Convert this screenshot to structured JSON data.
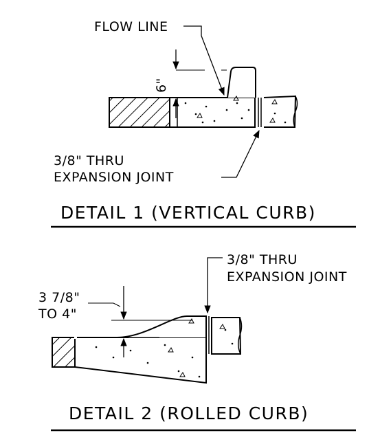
{
  "detail1": {
    "callout_flow_line": "FLOW LINE",
    "dimension": "6\"",
    "joint_line1": "3/8\" THRU",
    "joint_line2": "EXPANSION JOINT",
    "title": "DETAIL 1 (VERTICAL CURB)"
  },
  "detail2": {
    "joint_line1": "3/8\" THRU",
    "joint_line2": "EXPANSION JOINT",
    "dimension_line1": "3 7/8\"",
    "dimension_line2": "TO 4\"",
    "title": "DETAIL 2 (ROLLED CURB)"
  }
}
